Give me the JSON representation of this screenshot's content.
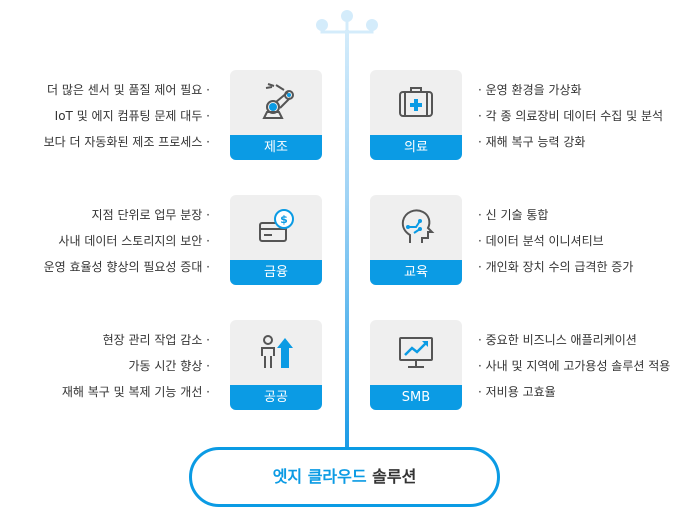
{
  "sectors": [
    {
      "label": "제조",
      "icon": "robot-arm-icon",
      "items": [
        "더 많은 센서 및 품질 제어 필요",
        "IoT 및 에지 컴퓨팅 문제 대두",
        "보다 더 자동화된 제조 프로세스"
      ]
    },
    {
      "label": "의료",
      "icon": "medical-kit-icon",
      "items": [
        "운영 환경을 가상화",
        "각 종 의료장비 데이터 수집 및 분석",
        "재해 복구 능력 강화"
      ]
    },
    {
      "label": "금융",
      "icon": "money-card-icon",
      "items": [
        "지점 단위로 업무 분장",
        "사내 데이터 스토리지의 보안",
        "운영 효율성 향상의 필요성 증대"
      ]
    },
    {
      "label": "교육",
      "icon": "brain-circuit-icon",
      "items": [
        "신 기술 통합",
        "데이터 분석 이니셔티브",
        "개인화 장치 수의 급격한 증가"
      ]
    },
    {
      "label": "공공",
      "icon": "person-growth-icon",
      "items": [
        "현장 관리 작업 감소",
        "가동 시간 향상",
        "재해 복구 및 복제 기능 개선"
      ]
    },
    {
      "label": "SMB",
      "icon": "monitor-chart-icon",
      "items": [
        "중요한 비즈니스 애플리케이션",
        "사내 및 지역에 고가용성 솔루션 적용",
        "저비용 고효율"
      ]
    }
  ],
  "footer": {
    "highlight": "엣지 클라우드",
    "rest": " 솔루션"
  },
  "colors": {
    "accent": "#0b9be4"
  }
}
